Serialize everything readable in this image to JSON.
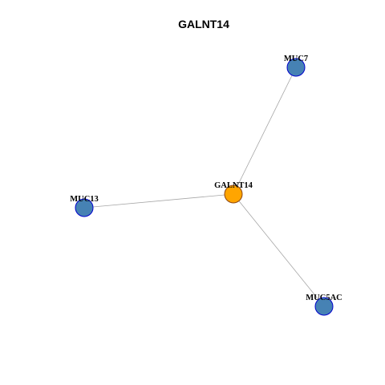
{
  "title": "GALNT14",
  "colors": {
    "edge": "#a6a6a6",
    "hub_fill": "#ffa500",
    "hub_stroke": "#8b4513",
    "leaf_fill": "#4682b4",
    "leaf_stroke": "#0000cd"
  },
  "nodes": [
    {
      "id": "GALNT14",
      "label": "GALNT14",
      "role": "hub"
    },
    {
      "id": "MUC7",
      "label": "MUC7",
      "role": "leaf"
    },
    {
      "id": "MUC13",
      "label": "MUC13",
      "role": "leaf"
    },
    {
      "id": "MUC5AC",
      "label": "MUC5AC",
      "role": "leaf"
    }
  ],
  "edges": [
    {
      "from": "GALNT14",
      "to": "MUC7"
    },
    {
      "from": "GALNT14",
      "to": "MUC13"
    },
    {
      "from": "GALNT14",
      "to": "MUC5AC"
    }
  ]
}
